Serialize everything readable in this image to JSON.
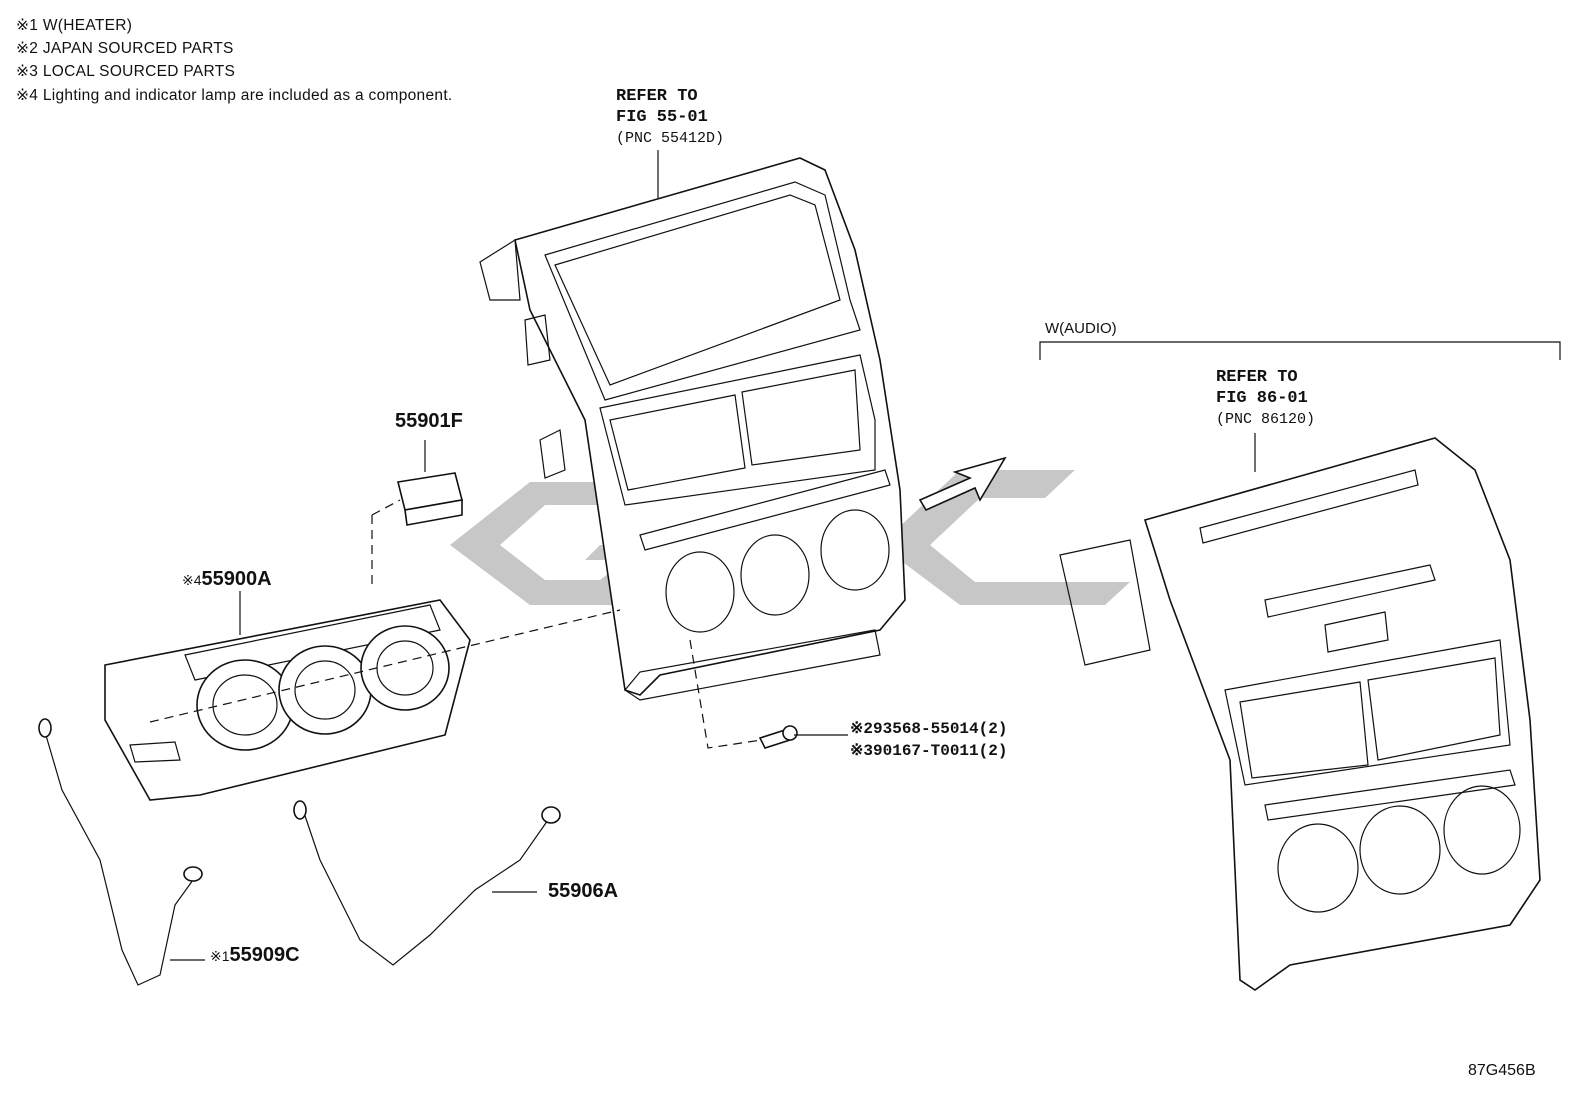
{
  "notes": [
    "※1 W(HEATER)",
    "※2 JAPAN SOURCED PARTS",
    "※3 LOCAL SOURCED PARTS",
    "※4 Lighting and indicator lamp are included as a component."
  ],
  "refer_center": {
    "line1": "REFER TO",
    "line2": "FIG 55-01",
    "line3": "(PNC 55412D)"
  },
  "refer_audio": {
    "line1": "REFER TO",
    "line2": "FIG 86-01",
    "line3": "(PNC 86120)"
  },
  "audio_header": "W(AUDIO)",
  "parts": {
    "p55901F": "55901F",
    "p55900A_mark": "※4",
    "p55900A": "55900A",
    "p55906A": "55906A",
    "p55909C_mark": "※1",
    "p55909C": "55909C",
    "screw1": "※293568-55014(2)",
    "screw2": "※390167-T0011(2)"
  },
  "figure_id": "87G456B",
  "watermark": "ggc"
}
